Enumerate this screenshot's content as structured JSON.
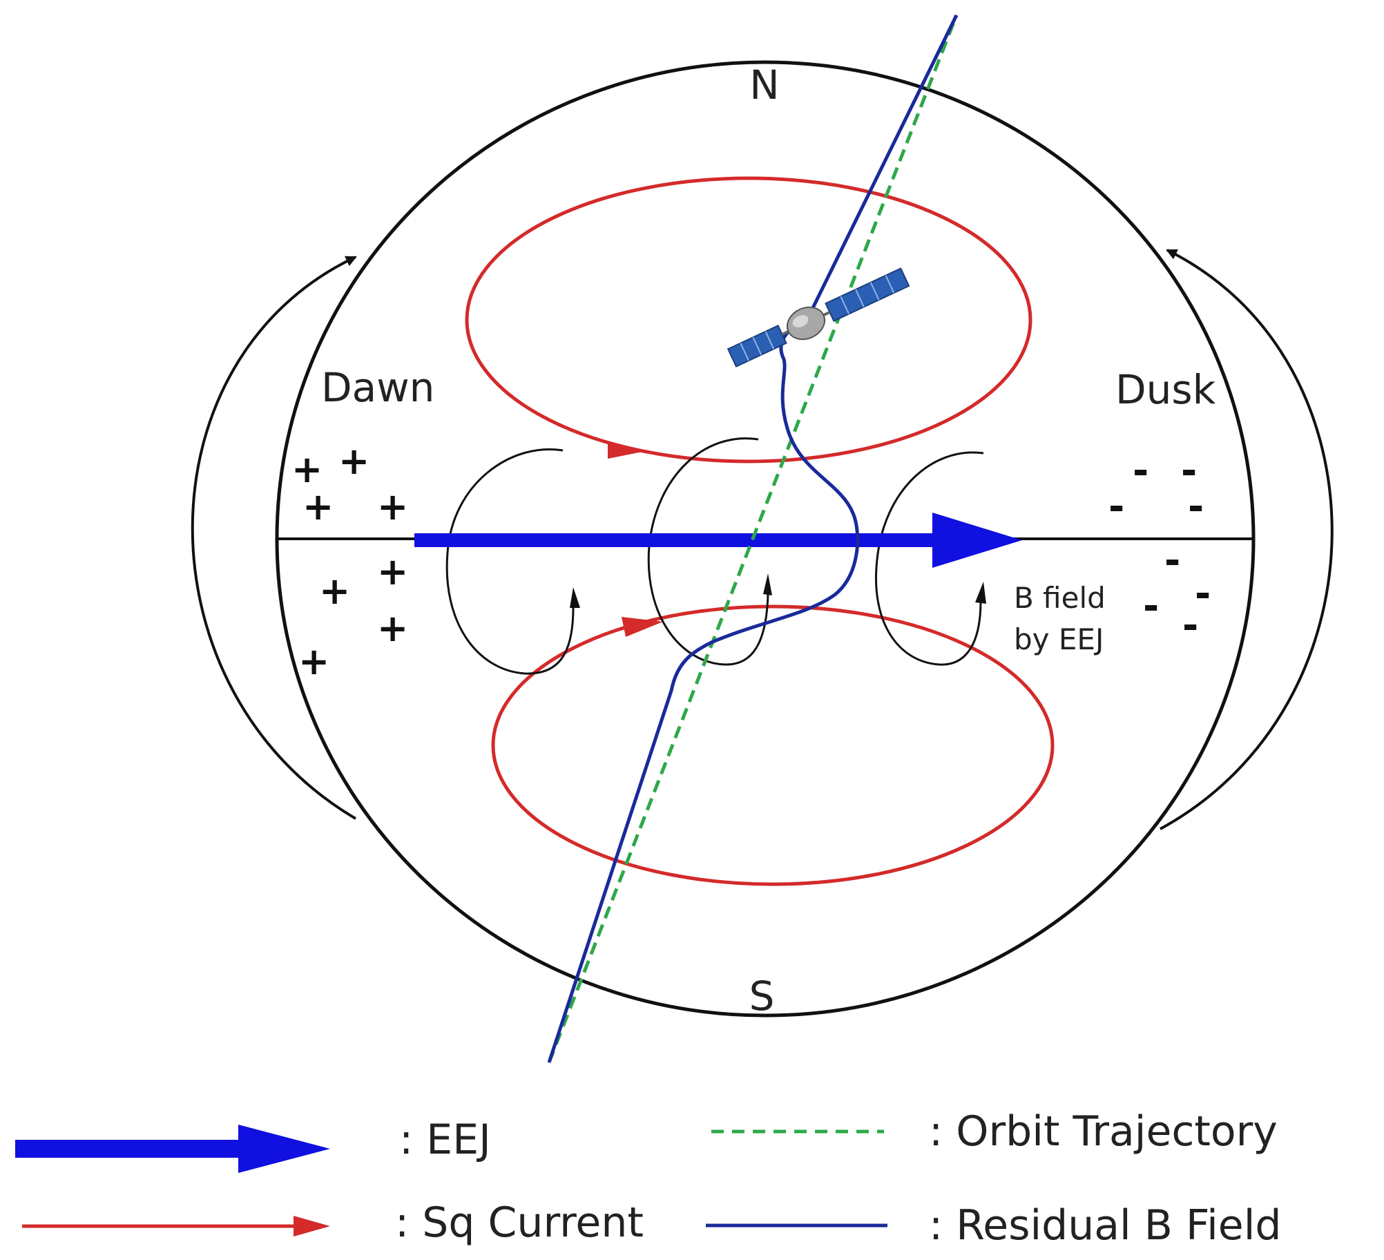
{
  "labels": {
    "north": "N",
    "south": "S",
    "dawn": "Dawn",
    "dusk": "Dusk",
    "b_field_line1": "B field",
    "b_field_line2": "by EEJ"
  },
  "charges": {
    "dawn_sign": "+",
    "dusk_sign": "-"
  },
  "legend": {
    "eej": ": EEJ",
    "sq_current": ": Sq Current",
    "orbit": ": Orbit Trajectory",
    "residual": ": Residual B Field"
  },
  "colors": {
    "eej": "#1010e0",
    "sq_current": "#d42a2a",
    "orbit": "#2ea84a",
    "residual": "#1a2a9a",
    "outline": "#111111"
  },
  "icons": [
    "satellite-icon"
  ]
}
